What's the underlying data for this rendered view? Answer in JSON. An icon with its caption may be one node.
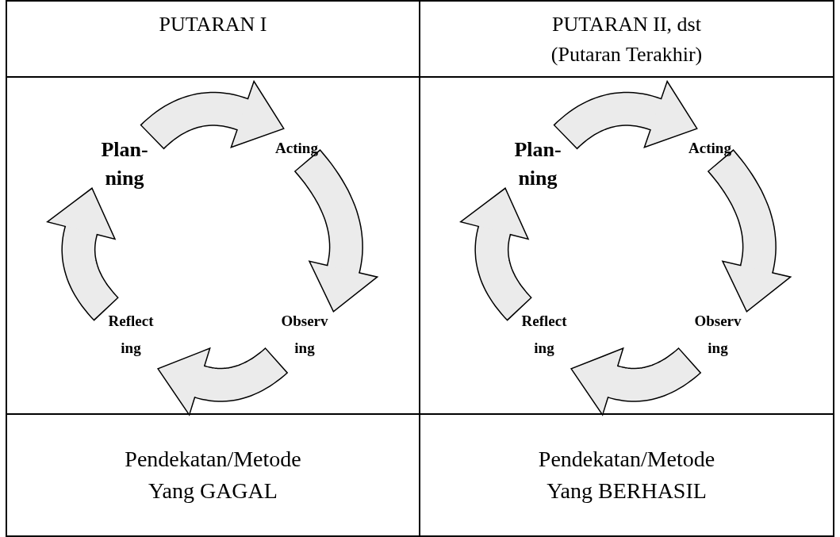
{
  "diagram": {
    "nodes": [
      {
        "text": [
          "Plan- ning"
        ]
      },
      {
        "text": [
          "Acting"
        ]
      },
      {
        "text": [
          "Observ ing"
        ]
      },
      {
        "text": [
          "Reflect ing"
        ]
      },
      {
        "text": [
          "Plan- ning"
        ]
      },
      {
        "text": [
          "Acting"
        ]
      },
      {
        "text": [
          "Observ ing"
        ]
      },
      {
        "text": [
          "Reflect ing"
        ]
      }
    ],
    "edges": [
      {
        "from": 0,
        "to": 1,
        "arrow": "to"
      },
      {
        "from": 1,
        "to": 2,
        "arrow": "to"
      },
      {
        "from": 2,
        "to": 3,
        "arrow": "to"
      },
      {
        "from": 3,
        "to": 0,
        "arrow": "to"
      },
      {
        "from": 4,
        "to": 5,
        "arrow": "to"
      },
      {
        "from": 5,
        "to": 6,
        "arrow": "to"
      },
      {
        "from": 6,
        "to": 7,
        "arrow": "to"
      },
      {
        "from": 7,
        "to": 4,
        "arrow": "to"
      }
    ],
    "labels": [
      "PUTARAN I",
      "PUTARAN II, dst (Putaran Terakhir)",
      "Pendekatan/Metode Yang GAGAL",
      "Pendekatan/Metode Yang BERHASIL"
    ]
  }
}
